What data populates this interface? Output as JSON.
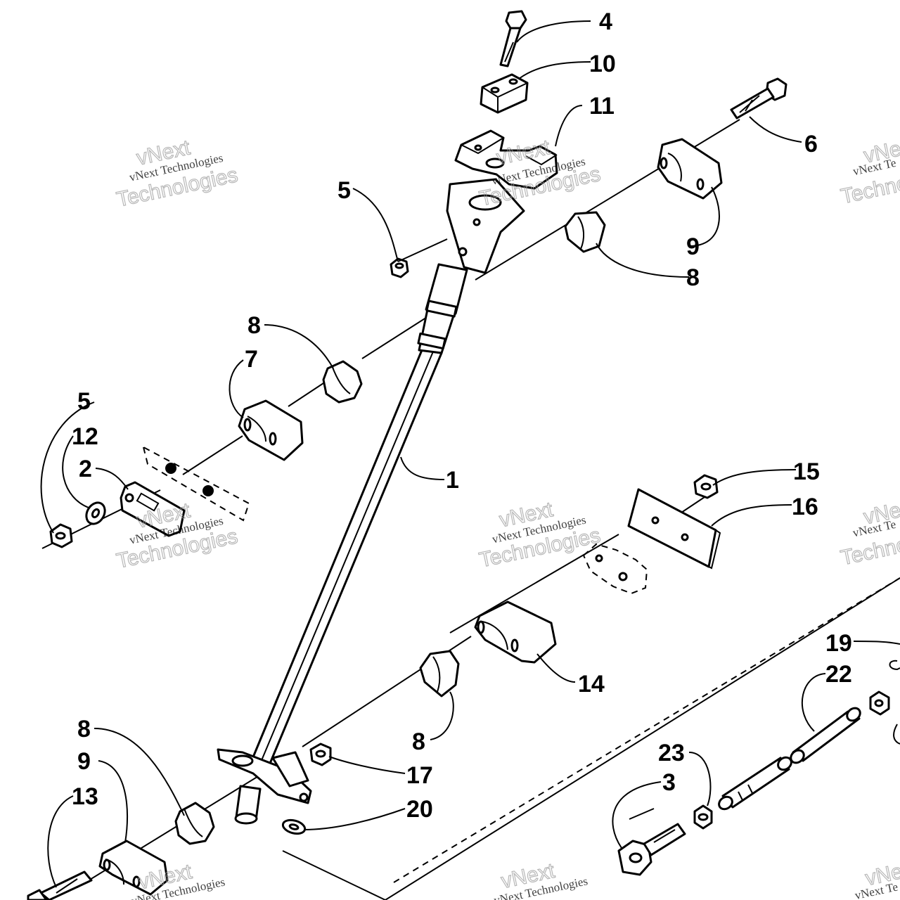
{
  "callouts": [
    {
      "id": "c1",
      "label": "1"
    },
    {
      "id": "c2",
      "label": "2"
    },
    {
      "id": "c3",
      "label": "3"
    },
    {
      "id": "c4",
      "label": "4"
    },
    {
      "id": "c5a",
      "label": "5"
    },
    {
      "id": "c5b",
      "label": "5"
    },
    {
      "id": "c6",
      "label": "6"
    },
    {
      "id": "c7",
      "label": "7"
    },
    {
      "id": "c8a",
      "label": "8"
    },
    {
      "id": "c8b",
      "label": "8"
    },
    {
      "id": "c8c",
      "label": "8"
    },
    {
      "id": "c8d",
      "label": "8"
    },
    {
      "id": "c9a",
      "label": "9"
    },
    {
      "id": "c9b",
      "label": "9"
    },
    {
      "id": "c10",
      "label": "10"
    },
    {
      "id": "c11",
      "label": "11"
    },
    {
      "id": "c12",
      "label": "12"
    },
    {
      "id": "c13",
      "label": "13"
    },
    {
      "id": "c14",
      "label": "14"
    },
    {
      "id": "c15",
      "label": "15"
    },
    {
      "id": "c16",
      "label": "16"
    },
    {
      "id": "c17",
      "label": "17"
    },
    {
      "id": "c19",
      "label": "19"
    },
    {
      "id": "c20",
      "label": "20"
    },
    {
      "id": "c22",
      "label": "22"
    },
    {
      "id": "c23",
      "label": "23"
    }
  ],
  "watermark": {
    "small_text": "vNext Technologies",
    "big_line1": "vNext",
    "big_line2": "Technologies",
    "partial_small": "vNext Te",
    "partial_big_1": "vNe",
    "partial_big_2": "Techno"
  }
}
